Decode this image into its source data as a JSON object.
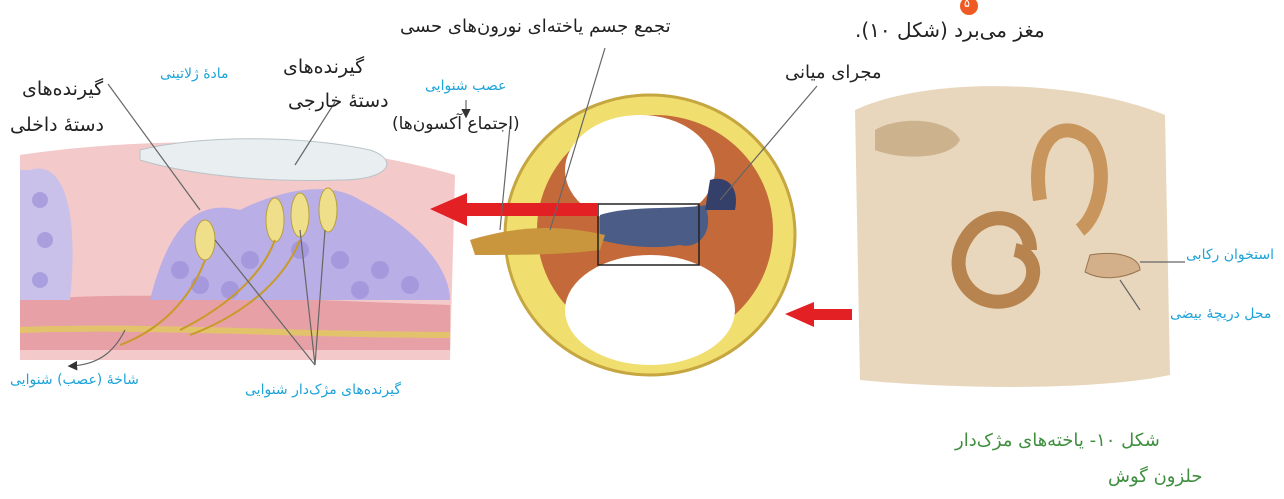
{
  "header": {
    "text_fragment": "مغز می‌برد (شکل ۱۰).",
    "badge": "۵",
    "badge_color": "#ef5a24"
  },
  "labels": {
    "nucleus_assembly": "تجمع جسم یاخته‌ای نورون‌های حسی",
    "middle_canal": "مجرای میانی",
    "auditory_nerve": "عصب شنوایی",
    "axon_gathering": "(اجتماع آکسون‌ها)",
    "gelatinous": "مادهٔ ژلاتینی",
    "inner_receptors": [
      "گیرنده‌های",
      "دستهٔ داخلی"
    ],
    "outer_receptors": [
      "گیرنده‌های",
      "دستهٔ خارجی"
    ],
    "nerve_branch": "شاخهٔ (عصب) شنوایی",
    "hair_receptors": "گیرنده‌های مژک‌دار شنوایی",
    "stapes": "استخوان رکابی",
    "oval_window": "محل دریچهٔ بیضی"
  },
  "caption": {
    "line1": "شکل ۱۰- یاخته‌های مژک‌دار",
    "line2": "حلزون گوش"
  },
  "colors": {
    "arrow": "#e32024",
    "label_cyan": "#1ea3d8",
    "caption_green": "#3f8f3f"
  }
}
